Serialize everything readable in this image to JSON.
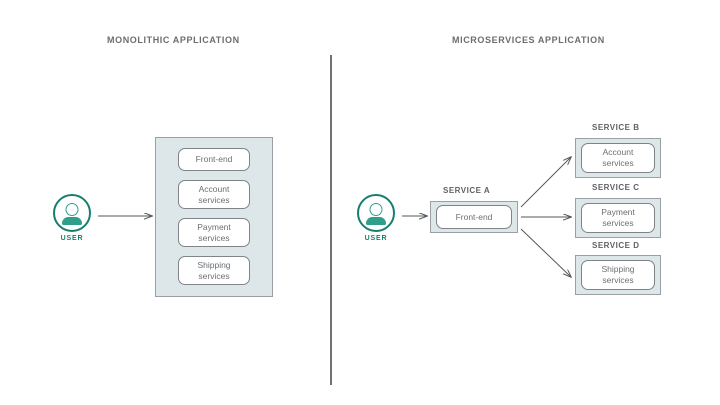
{
  "sections": {
    "monolithic": {
      "title": "MONOLITHIC APPLICATION",
      "user": {
        "label": "USER",
        "icon": "user-icon"
      },
      "container_services": [
        {
          "id": "front-end",
          "line1": "Front-end",
          "line2": ""
        },
        {
          "id": "account-services",
          "line1": "Account",
          "line2": "services"
        },
        {
          "id": "payment-services",
          "line1": "Payment",
          "line2": "services"
        },
        {
          "id": "shipping-services",
          "line1": "Shipping",
          "line2": "services"
        }
      ]
    },
    "microservices": {
      "title": "MICROSERVICES APPLICATION",
      "user": {
        "label": "USER",
        "icon": "user-icon"
      },
      "services": [
        {
          "id": "service-a",
          "caption": "SERVICE A",
          "box": {
            "line1": "Front-end",
            "line2": ""
          }
        },
        {
          "id": "service-b",
          "caption": "SERVICE B",
          "box": {
            "line1": "Account",
            "line2": "services"
          }
        },
        {
          "id": "service-c",
          "caption": "SERVICE C",
          "box": {
            "line1": "Payment",
            "line2": "services"
          }
        },
        {
          "id": "service-d",
          "caption": "SERVICE D",
          "box": {
            "line1": "Shipping",
            "line2": "services"
          }
        }
      ]
    }
  },
  "colors": {
    "panel_fill": "#dde7e9",
    "panel_border": "#9aa0a3",
    "box_border": "#7e8487",
    "text": "#6d6f71",
    "accent_teal": "#17806d",
    "accent_teal_light": "#2f9e8a",
    "arrow": "#55585a",
    "divider": "#6f7173"
  }
}
